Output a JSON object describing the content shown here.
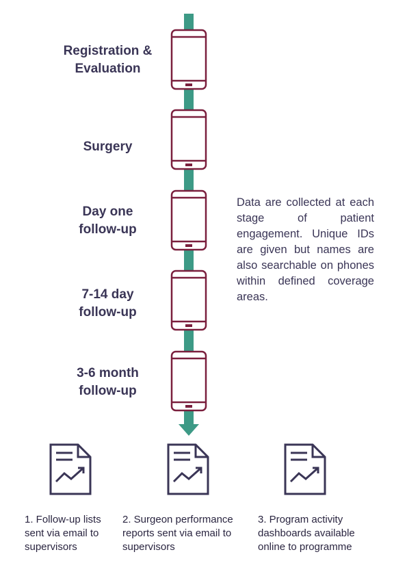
{
  "stages": [
    {
      "label_lines": [
        "Registration &",
        "Evaluation"
      ]
    },
    {
      "label_lines": [
        "Surgery"
      ]
    },
    {
      "label_lines": [
        "Day one",
        "follow-up"
      ]
    },
    {
      "label_lines": [
        "7-14 day",
        "follow-up"
      ]
    },
    {
      "label_lines": [
        "3-6 month",
        "follow-up"
      ]
    }
  ],
  "description": "Data are collected at each stage of patient engagement. Unique IDs are given but names are also searchable on phones within defined coverage areas.",
  "reports": [
    {
      "label_lines": [
        "1. Follow-up lists",
        "sent via email to",
        "supervisors"
      ]
    },
    {
      "label_lines": [
        "2. Surgeon performance",
        "reports sent via email to",
        "supervisors"
      ]
    },
    {
      "label_lines": [
        "3. Program activity",
        "dashboards available",
        "online to programme"
      ]
    }
  ],
  "colors": {
    "timeline": "#3d9a86",
    "phone": "#7a1f3d",
    "text": "#3a3556",
    "report_icon": "#3a3556"
  },
  "icons": {
    "stage": "mobile-phone-icon",
    "report": "report-chart-document-icon",
    "arrow": "arrow-down-icon"
  }
}
